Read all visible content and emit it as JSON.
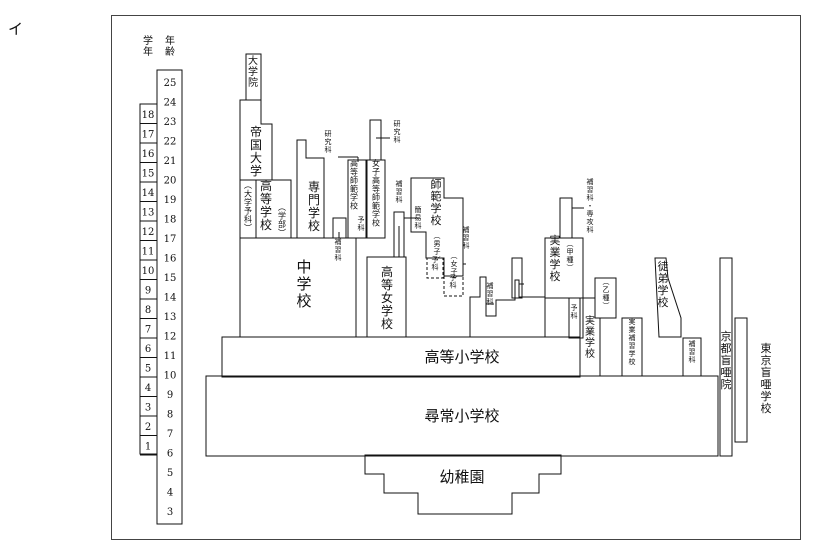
{
  "figure_label": "イ",
  "axis": {
    "grade_header": "学年",
    "age_header": "年齢",
    "ages": [
      "25",
      "24",
      "23",
      "22",
      "21",
      "20",
      "19",
      "18",
      "17",
      "16",
      "15",
      "14",
      "13",
      "12",
      "11",
      "10",
      "9",
      "8",
      "7",
      "6",
      "5",
      "4",
      "3"
    ],
    "grades": [
      "18",
      "17",
      "16",
      "15",
      "14",
      "13",
      "12",
      "11",
      "10",
      "9",
      "8",
      "7",
      "6",
      "5",
      "4",
      "3",
      "2",
      "1"
    ]
  },
  "schools": {
    "daigakuin": "大学院",
    "teikoku_daigaku": "帝国大学",
    "yoka_daigaku": "（大学予科）",
    "koto_gakko": "高等学校",
    "gakubu": "（学部）",
    "senmon_gakko": "専門学校",
    "kenkyuka_1": "研究科",
    "hoshuka_1": "補習科",
    "koto_shihan": "高等師範学校",
    "yoka_1": "予科",
    "joshi_koto_shihan": "女子高等師範学校",
    "kenkyuka_2": "研究科",
    "hoshuka_2": "補習科",
    "shihan_gakko": "師範学校",
    "kan_i_ka": "簡易科",
    "danshi": "（男子）",
    "joshi": "（女子）",
    "yoka_2": "予科",
    "yoka_3": "予科",
    "chugakko": "中学校",
    "koto_jogakko": "高等女学校",
    "hoshuka_3": "補習科",
    "hoshuka_4": "補習科",
    "hoshuka_senkoka": "補習科・専攻科",
    "jitsugyo_ko": "（甲種）",
    "jitsugyo_gakko_1": "実業学校",
    "yoka_4": "予科",
    "jitsugyo_otsu": "（乙種）",
    "jitsugyo_gakko_2": "実業学校",
    "jitsugyo_hoshu": "実業補習学校",
    "totei_gakko": "徒弟学校",
    "hoshuka_5": "補習科",
    "kyoto_moain": "京都盲唖院",
    "tokyo_moa": "東京盲唖学校",
    "koto_shogakko": "高等小学校",
    "jinjo_shogakko": "尋常小学校",
    "yochien": "幼稚園"
  }
}
